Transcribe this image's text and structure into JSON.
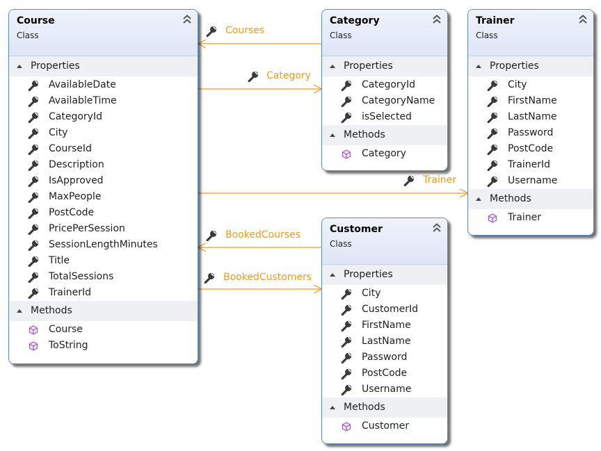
{
  "stereotype_label": "Class",
  "properties_label": "Properties",
  "methods_label": "Methods",
  "classes": {
    "course": {
      "name": "Course",
      "properties": [
        "AvailableDate",
        "AvailableTime",
        "CategoryId",
        "City",
        "CourseId",
        "Description",
        "IsApproved",
        "MaxPeople",
        "PostCode",
        "PricePerSession",
        "SessionLengthMinutes",
        "Title",
        "TotalSessions",
        "TrainerId"
      ],
      "methods": [
        "Course",
        "ToString"
      ]
    },
    "category": {
      "name": "Category",
      "properties": [
        "CategoryId",
        "CategoryName",
        "isSelected"
      ],
      "methods": [
        "Category"
      ]
    },
    "trainer": {
      "name": "Trainer",
      "properties": [
        "City",
        "FirstName",
        "LastName",
        "Password",
        "PostCode",
        "TrainerId",
        "Username"
      ],
      "methods": [
        "Trainer"
      ]
    },
    "customer": {
      "name": "Customer",
      "properties": [
        "City",
        "CustomerId",
        "FirstName",
        "LastName",
        "Password",
        "PostCode",
        "Username"
      ],
      "methods": [
        "Customer"
      ]
    }
  },
  "associations": {
    "courses": "Courses",
    "category": "Category",
    "trainer": "Trainer",
    "booked_courses": "BookedCourses",
    "booked_customers": "BookedCustomers"
  },
  "colors": {
    "association_line": "#f29a1a",
    "box_border": "#5a8cc4",
    "wrench": "#3a3a3a",
    "method_icon": "#9b57c9"
  },
  "icons": {
    "property": "wrench-icon",
    "method": "method-cube-icon",
    "collapse": "double-chevron-up-icon",
    "section": "expand-triangle-icon"
  }
}
